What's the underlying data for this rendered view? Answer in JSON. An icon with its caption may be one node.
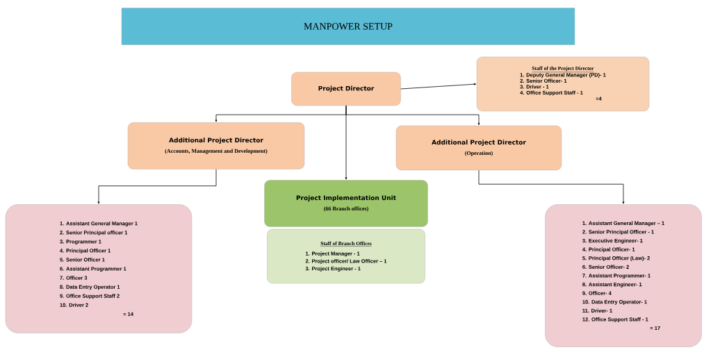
{
  "diagram": {
    "nodes": [
      {
        "text": [
          "MANPOWER SETUP"
        ]
      },
      {
        "text": [
          "Project Director"
        ]
      },
      {
        "text": [
          "Staff of the Project Director",
          "1. Deputy General Manager (PD)- 1",
          "2. Senior Officer- 1",
          "3. Driver - 1",
          "4. Office Support Staff - 1",
          "=4"
        ]
      },
      {
        "text": [
          "Additional Project Director",
          "(Accounts, Management and Development)"
        ]
      },
      {
        "text": [
          "Additional Project Director",
          "(Operation)"
        ]
      },
      {
        "text": [
          "Project Implementation Unit",
          "(66 Branch offices)"
        ]
      },
      {
        "text": [
          "Staff of Branch Offices",
          "1. Project Manager - 1",
          "2. Project officer/ Law Officer – 1",
          "3. Project Engineer - 1"
        ]
      },
      {
        "text": [
          "1. Assistant General Manager 1",
          "2. Senior Principal officer 1",
          "3. Programmer 1",
          "4. Principal Officer 1",
          "5. Senior Officer 1",
          "6. Assistant Programmer 1",
          "7. Officer 3",
          "8. Data Entry Operator 1",
          "9. Office Support Staff 2",
          "10. Driver 2",
          "= 14"
        ]
      },
      {
        "text": [
          "1. Assistant General Manager – 1",
          "2. Senior Principal Officer - 1",
          "3. Executive Engineer- 1",
          "4. Principal Officer- 1",
          "5. Principal Officer (Law)- 2",
          "6. Senior Officer- 2",
          "7. Assistant Programmer- 1",
          "8. Assistant Engineer- 1",
          "9. Officer- 4",
          "10. Data Entry Operator- 1",
          "11. Driver- 1",
          "12. Office Support Staff - 1",
          "= 17"
        ]
      }
    ],
    "edges": [
      {
        "from": 1,
        "to": 2,
        "arrow": "to"
      },
      {
        "from": 1,
        "to": 3,
        "arrow": "to"
      },
      {
        "from": 1,
        "to": 4,
        "arrow": "to"
      },
      {
        "from": 1,
        "to": 5,
        "arrow": "to"
      },
      {
        "from": 3,
        "to": 7,
        "arrow": "to"
      },
      {
        "from": 4,
        "to": 8,
        "arrow": "to"
      }
    ]
  }
}
